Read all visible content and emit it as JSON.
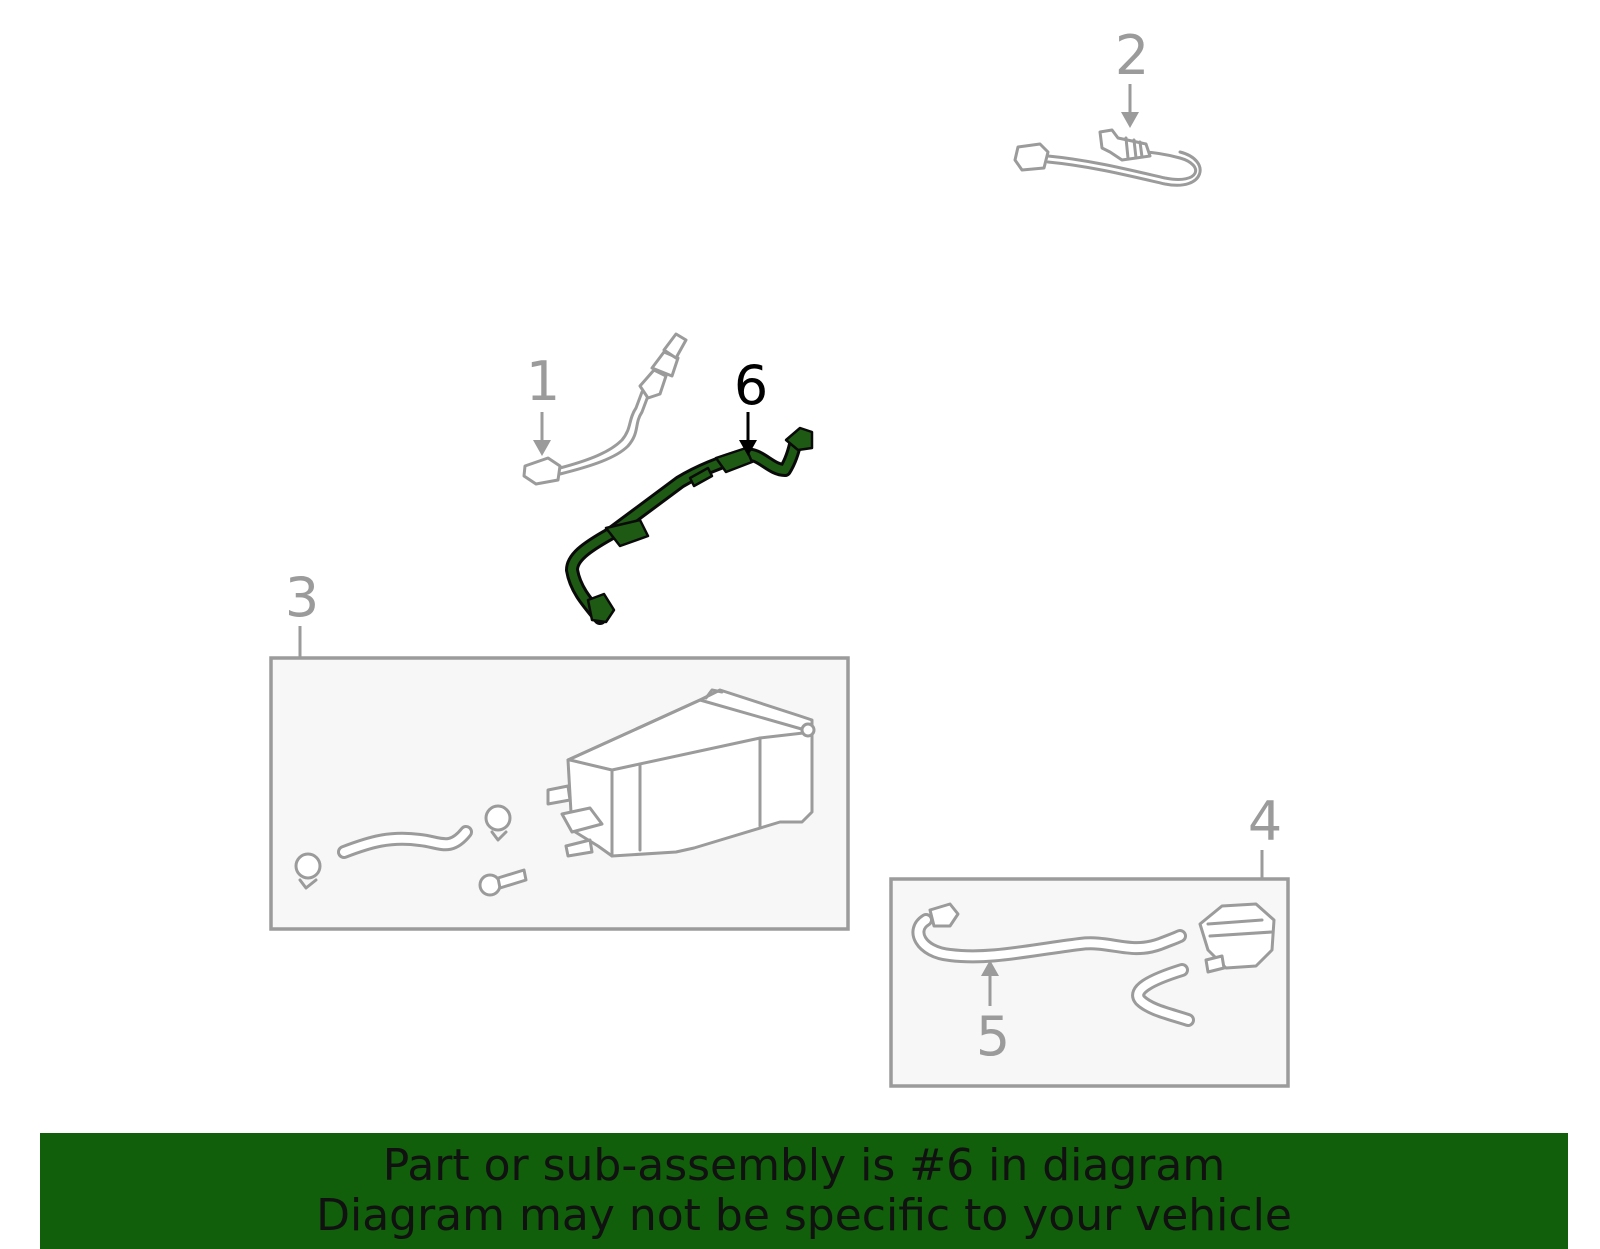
{
  "diagram": {
    "callouts": [
      {
        "label": "1",
        "highlighted": false
      },
      {
        "label": "2",
        "highlighted": false
      },
      {
        "label": "3",
        "highlighted": false
      },
      {
        "label": "4",
        "highlighted": false
      },
      {
        "label": "5",
        "highlighted": false
      },
      {
        "label": "6",
        "highlighted": true
      }
    ],
    "colors": {
      "line_gray": "#9b9b9b",
      "highlight_fill": "#1e5a14",
      "highlight_stroke": "#0a0a0a",
      "panel_fill": "#f7f7f7",
      "banner_bg": "#115e0b"
    }
  },
  "banner": {
    "line1": "Part or sub-assembly is #6 in diagram",
    "line2": "Diagram may not be specific to your vehicle"
  }
}
